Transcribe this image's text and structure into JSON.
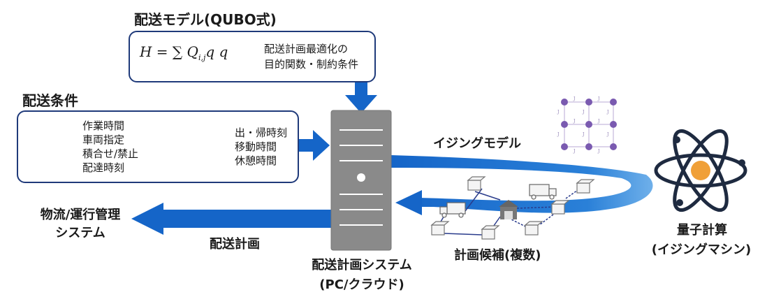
{
  "model_box": {
    "title": "配送モデル(QUBO式)",
    "formula": "H = ∑ Q",
    "formula_sub": "i,j",
    "formula_tail": "q q",
    "caption_lines": [
      "配送計画最適化の",
      "目的関数・制約条件"
    ]
  },
  "conditions_box": {
    "title": "配送条件",
    "package_lines": [
      "作業時間",
      "車両指定",
      "積合せ/禁止",
      "配達時刻"
    ],
    "truck_lines": [
      "出・帰時刻",
      "移動時間",
      "休憩時間"
    ]
  },
  "labels": {
    "ising_model": "イジングモデル",
    "logistics_system": [
      "物流/運行管理",
      "システム"
    ],
    "delivery_plan": "配送計画",
    "plan_candidates": "計画候補(複数)",
    "planning_system": [
      "配送計画システム",
      "(PC/クラウド)"
    ],
    "quantum": [
      "量子計算",
      "(イジングマシン)"
    ]
  },
  "colors": {
    "accent_blue": "#1565c8",
    "box_border": "#1f3a7a",
    "server_gray": "#888888",
    "atom_orange": "#f0a038",
    "lattice_purple": "#7a5ab0"
  }
}
